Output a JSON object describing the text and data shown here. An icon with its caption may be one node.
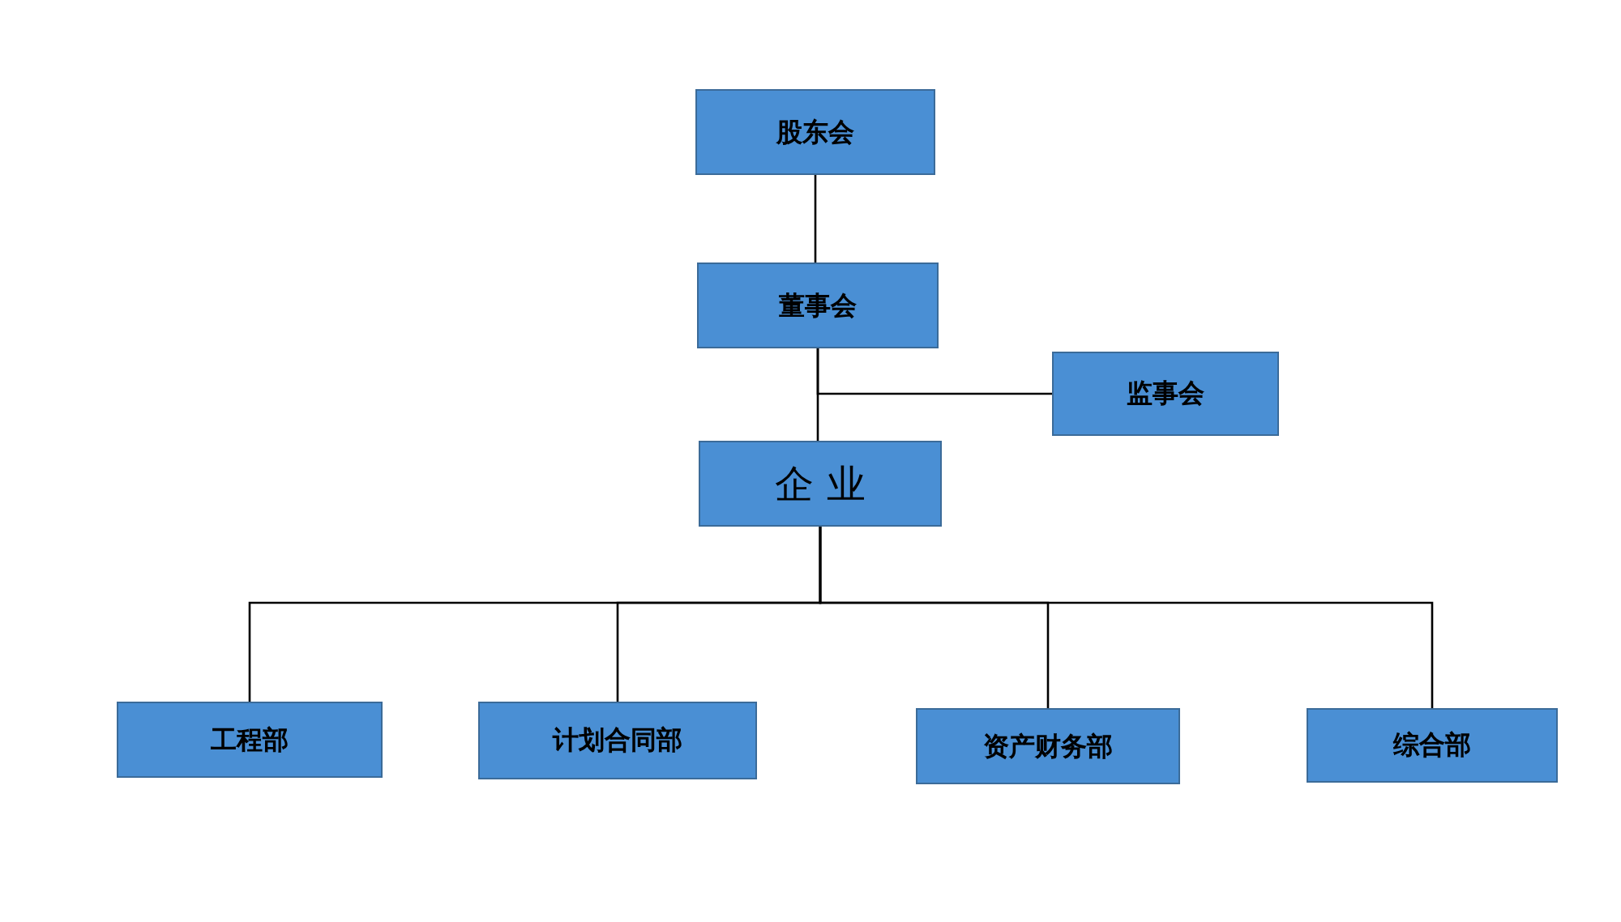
{
  "diagram": {
    "nodes": [
      {
        "text": [
          "股东会"
        ]
      },
      {
        "text": [
          "董事会"
        ]
      },
      {
        "text": [
          "监事会"
        ]
      },
      {
        "text": [
          "企 业"
        ]
      },
      {
        "text": [
          "工程部"
        ]
      },
      {
        "text": [
          "计划合同部"
        ]
      },
      {
        "text": [
          "资产财务部"
        ]
      },
      {
        "text": [
          "综合部"
        ]
      }
    ],
    "edges": [
      {
        "from": 0,
        "to": 1,
        "arrow": "none"
      },
      {
        "from": 1,
        "to": 3,
        "arrow": "none"
      },
      {
        "from": 1,
        "to": 2,
        "arrow": "none"
      },
      {
        "from": 3,
        "to": 4,
        "arrow": "none"
      },
      {
        "from": 3,
        "to": 5,
        "arrow": "none"
      },
      {
        "from": 3,
        "to": 6,
        "arrow": "none"
      },
      {
        "from": 3,
        "to": 7,
        "arrow": "none"
      }
    ]
  }
}
